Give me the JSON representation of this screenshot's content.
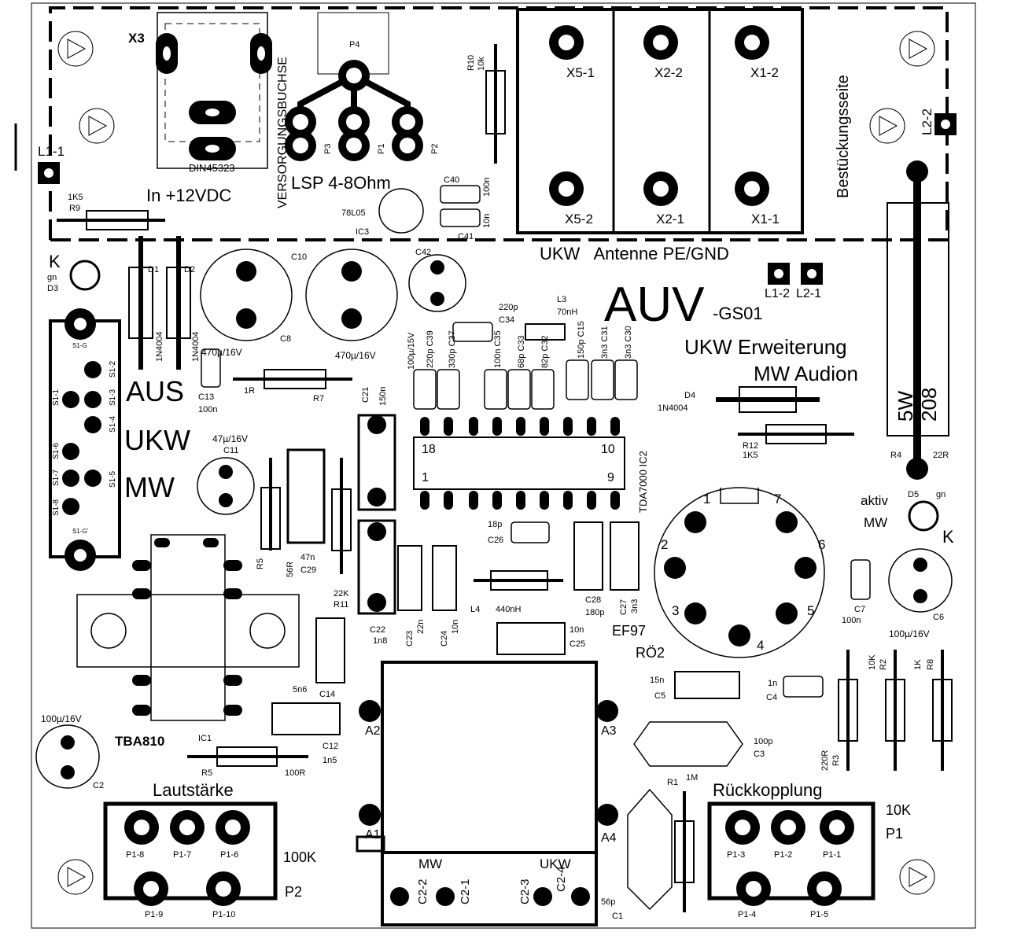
{
  "board": {
    "title": "AUV",
    "subtitle": "-GS01",
    "line1": "UKW Erweiterung",
    "line2": "MW Audion",
    "side_label": "Bestückungsseite"
  },
  "labels": {
    "supply_connector": "X3",
    "supply_socket": "VERSORGUNGSBUCHSE",
    "din": "DIN45323",
    "supply": "In +12VDC",
    "speaker": "LSP 4-8Ohm",
    "p4": "P4",
    "p3": "P3",
    "p1s": "P1",
    "p2s": "P2",
    "l1_1": "L1-1",
    "l2_2": "L2-2",
    "l1_2": "L1-2",
    "l2_1": "L2-1",
    "x5_1": "X5-1",
    "x2_2": "X2-2",
    "x1_2": "X1-2",
    "x5_2": "X5-2",
    "x2_1": "X2-1",
    "x1_1": "X1-1",
    "antenna": "UKW   Antenne PE/GND",
    "r10": "R10",
    "r10v": "10k",
    "r9v": "1K5",
    "r9": "R9",
    "ic3v": "78L05",
    "ic3": "IC3",
    "c40": "C40",
    "c40v": "100n",
    "c41": "C41",
    "c41v": "10n",
    "c42": "C42",
    "k1": "K",
    "gn1": "gn",
    "d3": "D3",
    "d1": "D1",
    "d2": "D2",
    "d1v": "1N4004",
    "d2v": "1N4004",
    "c10": "C10",
    "c8": "C8",
    "c8v": "470µ/16V",
    "c10v": "470µ/16V",
    "c34v": "220p",
    "c34": "C34",
    "l3": "L3",
    "l3v": "70nH",
    "c13": "C13",
    "c13v": "100n",
    "r7": "R7",
    "r7v": "1R",
    "c21": "C21",
    "c21v": "150n",
    "aus": "AUS",
    "ukw": "UKW",
    "mw": "MW",
    "c11v": "47µ/16V",
    "c11": "C11",
    "s1g": "S1-G",
    "s1g2": "S1-G'",
    "s1_1": "S1-1",
    "s1_2": "S1-2",
    "s1_3": "S1-3",
    "s1_4": "S1-4",
    "s1_5": "S1-5",
    "s1_6": "S1-6",
    "s1_7": "S1-7",
    "s1_8": "S1-8",
    "s1_5b": "S1-5",
    "pin18": "18",
    "pin10": "10",
    "pin1": "1",
    "pin9": "9",
    "ic2": "TDA7000 IC2",
    "c36_39": "100µ/15V",
    "c39v": "220p C39",
    "c37v": "330p C37",
    "c35v": "100n C35",
    "c33v": "68p C33",
    "c32v": "82p C32",
    "c15v": "150p C15",
    "c31v": "3n3 C31",
    "c30v": "3n3 C30",
    "d4": "D4",
    "d4v": "1N4004",
    "r12": "R12",
    "r12v": "1K5",
    "r4": "R4",
    "r4v": "22R",
    "r4big1": "5W",
    "r4big2": "208",
    "r5a": "R5",
    "r5av": "56R",
    "c29": "C29",
    "c29v": "47n",
    "r11v": "22K",
    "r11": "R11",
    "c26v": "18p",
    "c26": "C26",
    "c28": "C28",
    "c28v": "180p",
    "c27": "C27",
    "c27v": "3n3",
    "tube": "EF97",
    "tube_ref": "RÖ2",
    "pin_1": "1",
    "pin_2": "2",
    "pin_3": "3",
    "pin_4": "4",
    "pin_5": "5",
    "pin_6": "6",
    "pin_7": "7",
    "aktiv": "aktiv",
    "mw2": "MW",
    "d5": "D5",
    "gn2": "gn",
    "k2": "K",
    "c7": "C7",
    "c7v": "100n",
    "c6": "C6",
    "c6v": "100µ/16V",
    "l4": "L4",
    "l4v": "440nH",
    "c22": "C22",
    "c22v": "1n8",
    "c23": "C23",
    "c23v": "22n",
    "c24": "C24",
    "c24v": "10n",
    "c25v": "10n",
    "c25": "C25",
    "c14v": "5n6",
    "c14": "C14",
    "c12": "C12",
    "c12v": "1n5",
    "c5v": "15n",
    "c5": "C5",
    "c4v": "1n",
    "c4": "C4",
    "c3v": "100p",
    "c3": "C3",
    "r2": "R2",
    "r2v": "10K",
    "r8": "R8",
    "r8v": "1K",
    "r3": "R3",
    "r3v": "220R",
    "tba": "TBA810",
    "ic1": "IC1",
    "r5b": "R5",
    "r5bv": "100R",
    "a2": "A2",
    "a3": "A3",
    "a1": "A1",
    "a4": "A4",
    "c2v": "100µ/16V",
    "c2": "C2",
    "volume": "Lautstärke",
    "feedback": "Rückkopplung",
    "p2v": "100K",
    "p2": "P2",
    "p1v": "10K",
    "p1": "P1",
    "p1_8": "P1-8",
    "p1_7": "P1-7",
    "p1_6": "P1-6",
    "p1_9": "P1-9",
    "p1_10": "P1-10",
    "p1_3": "P1-3",
    "p1_2": "P1-2",
    "p1_1": "P1-1",
    "p1_4": "P1-4",
    "p1_5": "P1-5",
    "mw3": "MW",
    "ukw3": "UKW",
    "c2_2": "C2-2",
    "c2_1": "C2-1",
    "c2_3": "C2-3",
    "c2_4": "C2-4",
    "r1": "R1",
    "r1v": "1M",
    "c1v": "56p",
    "c1": "C1"
  },
  "colors": {
    "ink": "#000000",
    "paper": "#ffffff"
  }
}
